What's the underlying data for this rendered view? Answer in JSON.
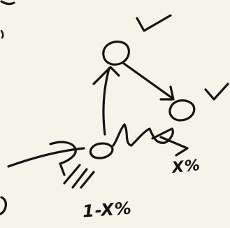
{
  "diagram": {
    "edge_labels": {
      "x_percent": "X%",
      "one_minus_x_percent": "1-X%"
    },
    "check_marks": [
      "top-node-check",
      "right-node-check"
    ],
    "ink_color": "#141414",
    "background_color": "#f6f4e9"
  }
}
